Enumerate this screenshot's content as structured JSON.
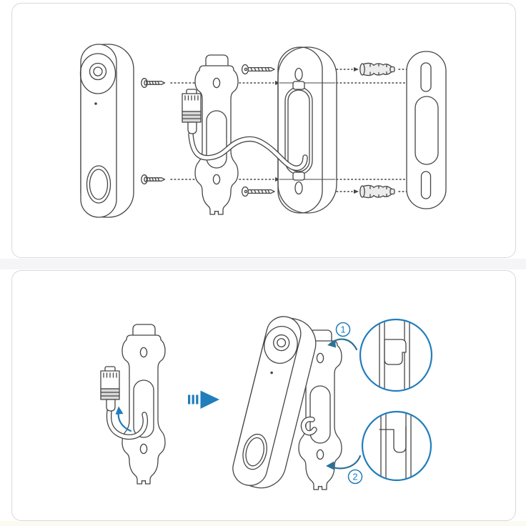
{
  "steps": {
    "badge1": "1",
    "badge2": "2"
  },
  "colors": {
    "line": "#454545",
    "accent": "#217dbb",
    "curved_arrow": "#2d7096",
    "card_border": "#d9d9db",
    "card_bg": "#ffffff",
    "gap_band": "#f5f5f7",
    "bottom_band": "#fbfbf2",
    "anchor_fill": "#ececec"
  },
  "figures": {
    "top_panel": {
      "name": "exploded-assembly-view",
      "parts": [
        "doorbell-unit",
        "short-screw",
        "mounting-bracket",
        "rj45-cable",
        "long-screw",
        "backplate",
        "wall-anchor",
        "wedge-plate"
      ]
    },
    "bottom_panel": {
      "name": "hook-installation-steps",
      "parts": [
        "mounting-bracket-with-cable",
        "cable-pull-arrow",
        "forward-arrow",
        "tilted-doorbell-on-bracket",
        "top-hook-detail",
        "bottom-hook-detail"
      ]
    }
  }
}
